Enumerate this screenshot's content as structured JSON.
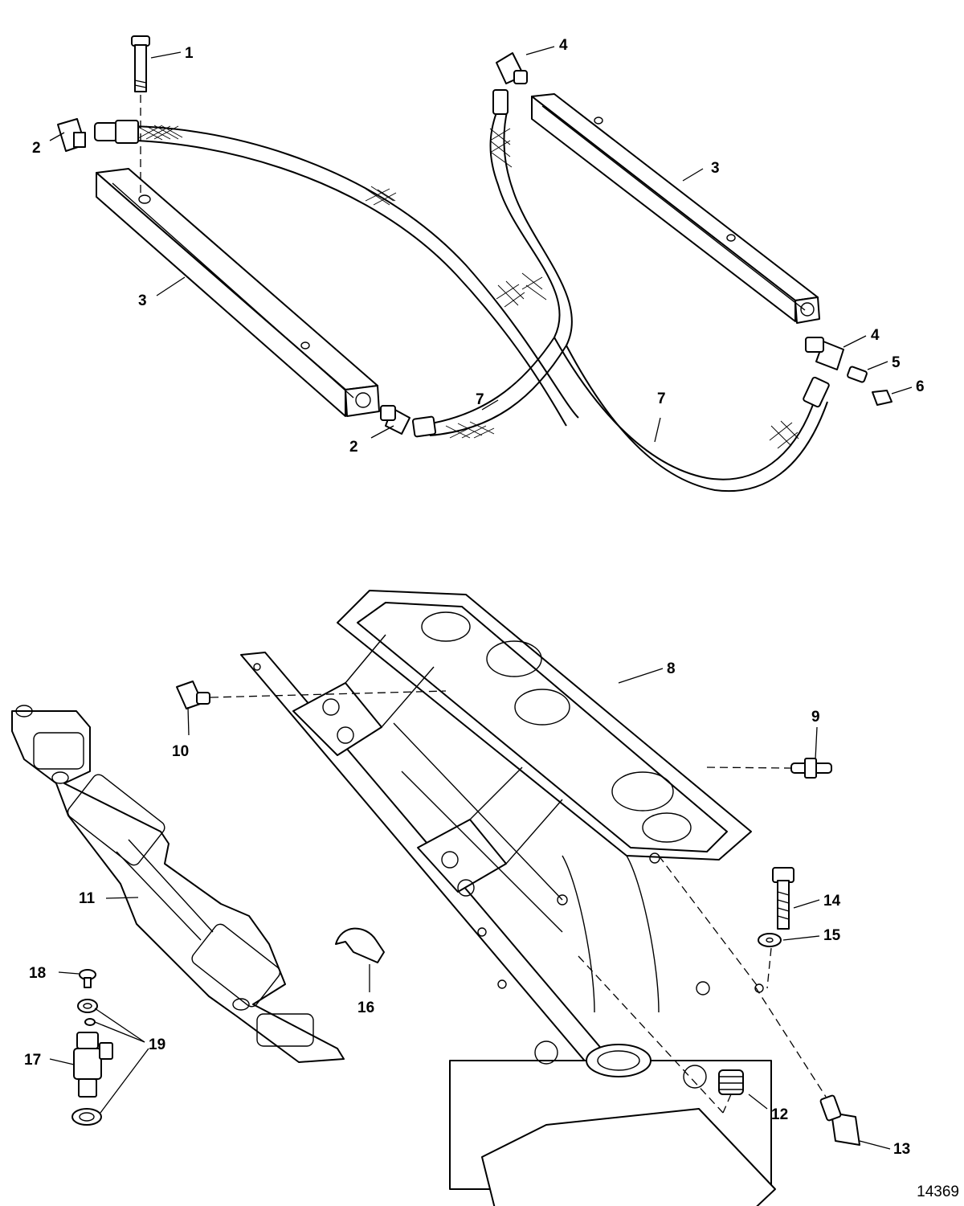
{
  "callouts": [
    {
      "id": "c1",
      "label": "1"
    },
    {
      "id": "c2a",
      "label": "2"
    },
    {
      "id": "c2b",
      "label": "2"
    },
    {
      "id": "c3a",
      "label": "3"
    },
    {
      "id": "c3b",
      "label": "3"
    },
    {
      "id": "c4a",
      "label": "4"
    },
    {
      "id": "c4b",
      "label": "4"
    },
    {
      "id": "c5",
      "label": "5"
    },
    {
      "id": "c6",
      "label": "6"
    },
    {
      "id": "c7a",
      "label": "7"
    },
    {
      "id": "c7b",
      "label": "7"
    },
    {
      "id": "c8",
      "label": "8"
    },
    {
      "id": "c9",
      "label": "9"
    },
    {
      "id": "c10",
      "label": "10"
    },
    {
      "id": "c11",
      "label": "11"
    },
    {
      "id": "c12",
      "label": "12"
    },
    {
      "id": "c13",
      "label": "13"
    },
    {
      "id": "c14",
      "label": "14"
    },
    {
      "id": "c15",
      "label": "15"
    },
    {
      "id": "c16",
      "label": "16"
    },
    {
      "id": "c17",
      "label": "17"
    },
    {
      "id": "c18",
      "label": "18"
    },
    {
      "id": "c19",
      "label": "19"
    }
  ],
  "document_number": "14369"
}
